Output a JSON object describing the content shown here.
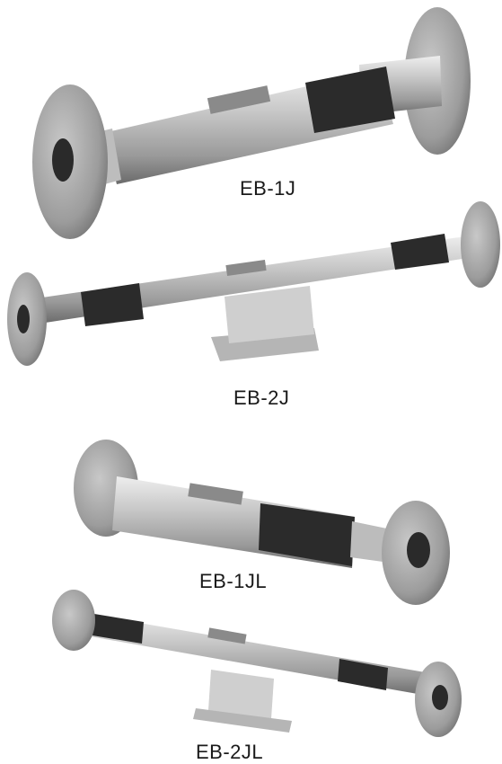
{
  "products": [
    {
      "id": "eb-1j",
      "label": "EB-1J"
    },
    {
      "id": "eb-2j",
      "label": "EB-2J"
    },
    {
      "id": "eb-1jl",
      "label": "EB-1JL"
    },
    {
      "id": "eb-2jl",
      "label": "EB-2JL"
    }
  ],
  "colors": {
    "metal_light": "#d8d8d8",
    "metal_mid": "#a8a8a8",
    "metal_dark": "#6e6e6e",
    "label_dark": "#2a2a2a"
  }
}
